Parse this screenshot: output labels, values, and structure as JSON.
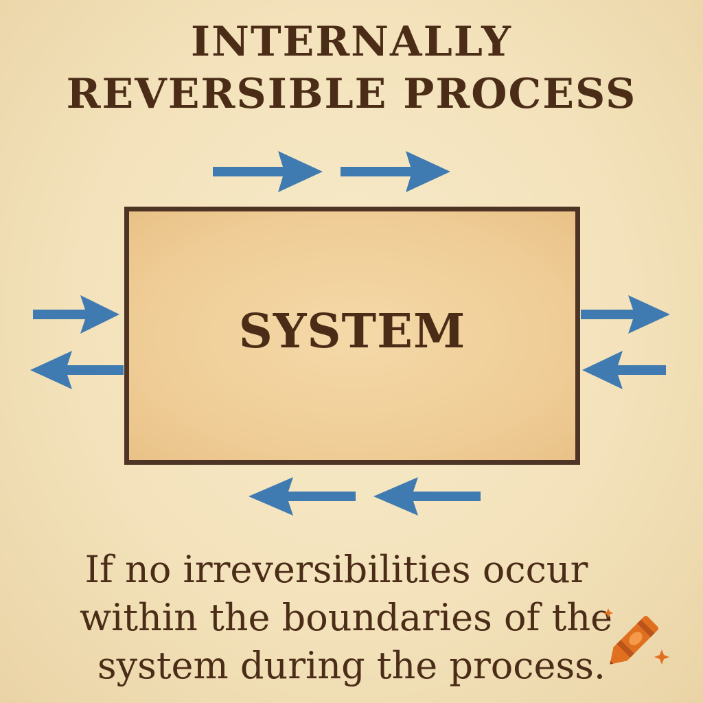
{
  "title": {
    "line1": "INTERNALLY",
    "line2": "REVERSIBLE PROCESS"
  },
  "system": {
    "label": "SYSTEM"
  },
  "caption": {
    "line1": "If no irreversibilities occur",
    "line2": "within the boundaries of the",
    "line3": "system during the process."
  },
  "arrows": [
    {
      "name": "top-arrow-1",
      "direction": "right"
    },
    {
      "name": "top-arrow-2",
      "direction": "right"
    },
    {
      "name": "left-arrow-in",
      "direction": "right"
    },
    {
      "name": "left-arrow-out",
      "direction": "left"
    },
    {
      "name": "right-arrow-out",
      "direction": "right"
    },
    {
      "name": "right-arrow-in",
      "direction": "left"
    },
    {
      "name": "bottom-arrow-1",
      "direction": "left"
    },
    {
      "name": "bottom-arrow-2",
      "direction": "left"
    }
  ],
  "colors": {
    "background": "#f3e2bb",
    "box_fill": "#efcc95",
    "box_border": "#4e3424",
    "arrow": "#3f7bb0",
    "text": "#4b2d17",
    "logo": "#e07020"
  },
  "logo": {
    "icon": "crayon-icon"
  }
}
